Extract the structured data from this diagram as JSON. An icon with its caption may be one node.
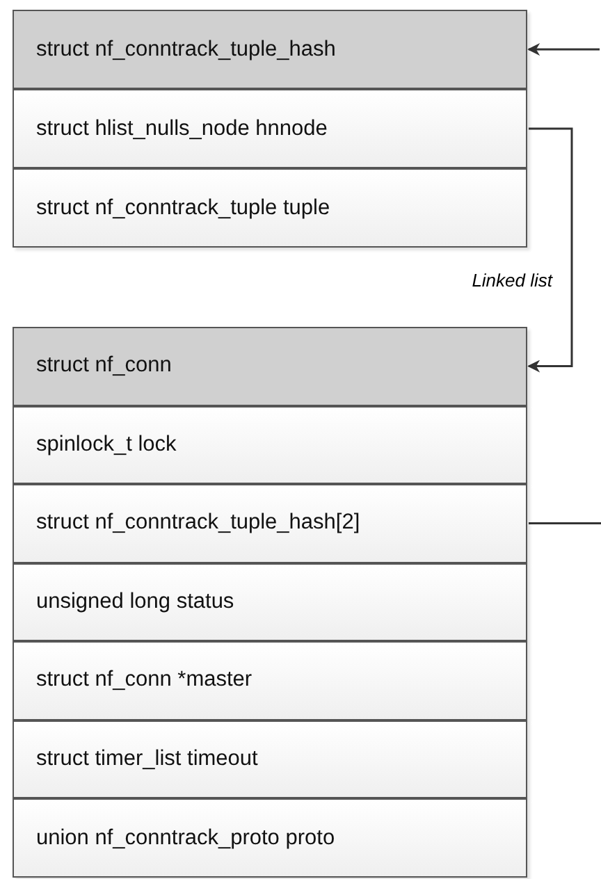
{
  "diagram": {
    "nodes": [
      {
        "text": [
          "struct nf_conntrack_tuple_hash"
        ]
      },
      {
        "text": [
          "struct hlist_nulls_node hnnode"
        ]
      },
      {
        "text": [
          "struct nf_conntrack_tuple tuple"
        ]
      },
      {
        "text": [
          "struct nf_conn"
        ]
      },
      {
        "text": [
          "spinlock_t lock"
        ]
      },
      {
        "text": [
          "struct nf_conntrack_tuple_hash[2]"
        ]
      },
      {
        "text": [
          "unsigned long status"
        ]
      },
      {
        "text": [
          "struct nf_conn *master"
        ]
      },
      {
        "text": [
          "struct timer_list timeout"
        ]
      },
      {
        "text": [
          "union nf_conntrack_proto proto"
        ]
      }
    ],
    "edges": [
      {
        "from": null,
        "to": 0,
        "arrow": "to"
      },
      {
        "from": 1,
        "to": 3,
        "arrow": "to",
        "label": "Linked list"
      },
      {
        "from": 5,
        "to": null,
        "arrow": "none"
      }
    ]
  }
}
